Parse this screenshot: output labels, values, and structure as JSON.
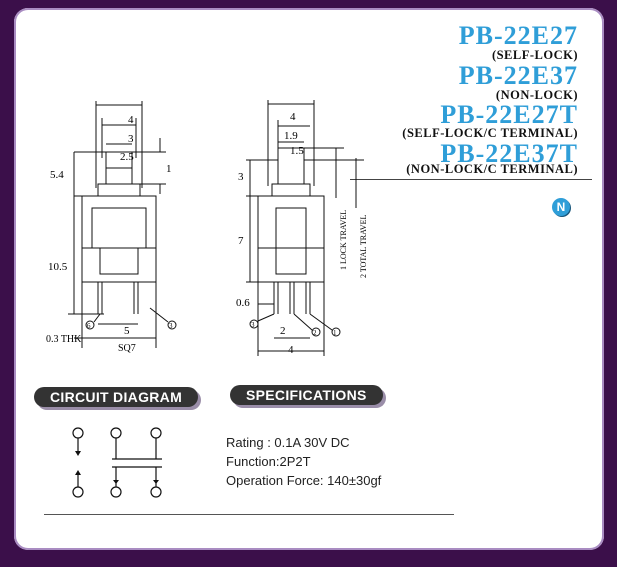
{
  "models": [
    {
      "part": "PB-22E27",
      "desc": "(SELF-LOCK)"
    },
    {
      "part": "PB-22E37",
      "desc": "(NON-LOCK)"
    },
    {
      "part": "PB-22E27T",
      "desc": "(SELF-LOCK/C   TERMINAL)"
    },
    {
      "part": "PB-22E37T",
      "desc": "(NON-LOCK/C   TERMINAL)"
    }
  ],
  "badge": "N",
  "front_view": {
    "dims": {
      "w4": "4",
      "w3": "3",
      "w25": "2.5",
      "h1": "1",
      "h54": "5.4",
      "h105": "10.5",
      "pitch": "5",
      "thk": "0.3 THK",
      "sq": "SQ7",
      "pin6": "6",
      "pin3": "3"
    }
  },
  "side_view": {
    "dims": {
      "w4": "4",
      "w19": "1.9",
      "w15": "1.5",
      "h3": "3",
      "h7": "7",
      "pin06": "0.6",
      "pitch2": "2",
      "w4b": "4",
      "pin3": "3",
      "pin2": "2",
      "pin1": "1"
    },
    "travel": [
      "1 LOCK TRAVEL",
      "2 TOTAL TRAVEL"
    ]
  },
  "sections": {
    "circuit": "CIRCUIT DIAGRAM",
    "specs": "SPECIFICATIONS"
  },
  "specifications": [
    "Rating : 0.1A 30V DC",
    "Function:2P2T",
    "Operation Force: 140±30gf"
  ],
  "colors": {
    "background": "#3b0f4a",
    "model_text": "#2f9ed8",
    "pill": "#333333",
    "badge": "#2f9ed8"
  }
}
